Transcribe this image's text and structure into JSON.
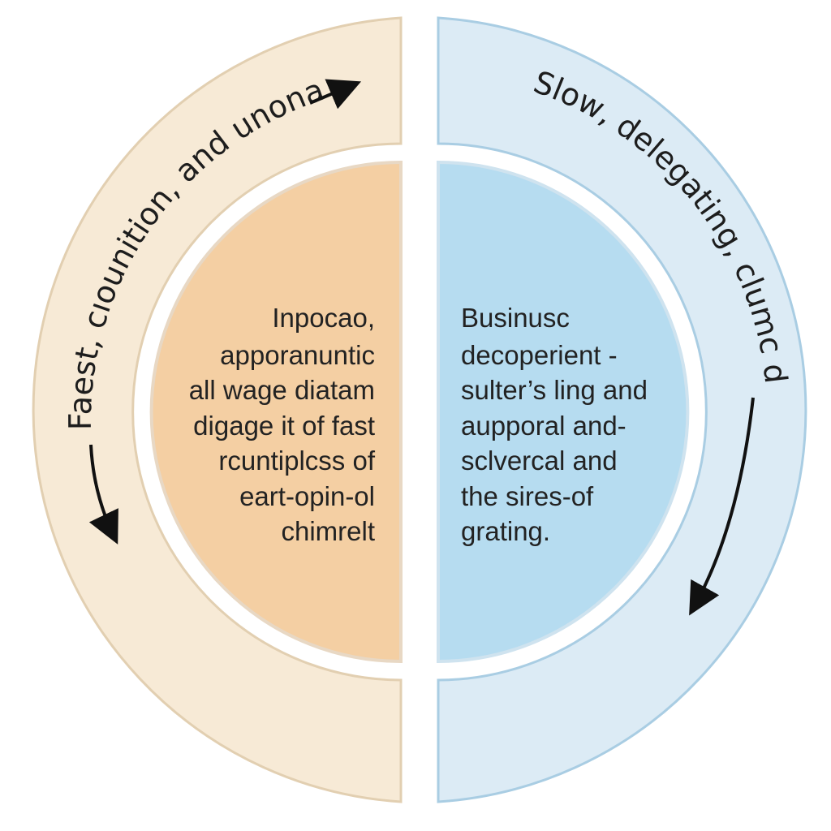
{
  "colors": {
    "warm_outer": "#f7ead6",
    "warm_inner": "#f4cfa3",
    "cool_outer": "#dcebf5",
    "cool_inner": "#b6dcf0",
    "warm_stroke": "#e2cfb1",
    "cool_stroke": "#a9cde3",
    "text": "#1d1d1d",
    "arrow": "#111111"
  },
  "left": {
    "arc_label": "Faest, cıounition, and unonatic",
    "body_lines": [
      "Inpocao,",
      "apporanuntic",
      "all wage diatam",
      "digage it of fast",
      "rcuntiplcss of",
      "eart-opin-ol",
      "chimrelt"
    ]
  },
  "right": {
    "arc_label": "Slow, delegating, clumc derb",
    "body_lines": [
      "Businusc",
      "decoperient -",
      "sulter’s ling and",
      "aupporal and-",
      "sclvercal and",
      "the sires-of",
      "grating."
    ]
  },
  "icons": {
    "top_left_arrow": "arrow-right-icon",
    "left_arrow": "arrow-down-icon",
    "right_arrow": "arrow-down-left-icon"
  }
}
